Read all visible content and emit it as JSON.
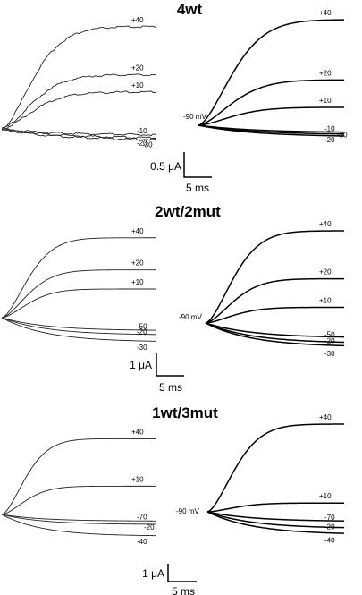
{
  "chart_data": [
    {
      "type": "line",
      "title": "4wt",
      "holding_label": "-90 mV",
      "scale_bar": {
        "current": "0.5 μA",
        "time": "5 ms"
      },
      "series": [
        {
          "name": "+40",
          "trace": "recorded",
          "values": [
            0,
            1.0
          ]
        },
        {
          "name": "+20",
          "trace": "recorded",
          "values": [
            0,
            0.53
          ]
        },
        {
          "name": "+10",
          "trace": "recorded",
          "values": [
            0,
            0.36
          ]
        },
        {
          "name": "-10",
          "trace": "recorded",
          "values": [
            0,
            -0.06
          ]
        },
        {
          "name": "-20",
          "trace": "recorded",
          "values": [
            0,
            -0.09
          ]
        },
        {
          "name": "-30",
          "trace": "recorded",
          "values": [
            0,
            -0.11
          ]
        },
        {
          "name": "+40",
          "trace": "model",
          "values": [
            0,
            1.0
          ]
        },
        {
          "name": "+20",
          "trace": "model",
          "values": [
            0,
            0.43
          ]
        },
        {
          "name": "+10",
          "trace": "model",
          "values": [
            0,
            0.17
          ]
        },
        {
          "name": "-10",
          "trace": "model",
          "values": [
            0,
            -0.07
          ]
        },
        {
          "name": "-20",
          "trace": "model",
          "values": [
            0,
            -0.11
          ]
        },
        {
          "name": "-30",
          "trace": "model",
          "values": [
            0,
            -0.09
          ]
        }
      ]
    },
    {
      "type": "line",
      "title": "2wt/2mut",
      "holding_label": "-90 mV",
      "scale_bar": {
        "current": "1 μA",
        "time": "5 ms"
      },
      "series": [
        {
          "name": "+40",
          "trace": "recorded",
          "values": [
            0,
            0.92
          ]
        },
        {
          "name": "+20",
          "trace": "recorded",
          "values": [
            0,
            0.55
          ]
        },
        {
          "name": "+10",
          "trace": "recorded",
          "values": [
            0,
            0.33
          ]
        },
        {
          "name": "-50",
          "trace": "recorded",
          "values": [
            0,
            -0.15
          ]
        },
        {
          "name": "-20",
          "trace": "recorded",
          "values": [
            0,
            -0.2
          ]
        },
        {
          "name": "-30",
          "trace": "recorded",
          "values": [
            0,
            -0.28
          ]
        },
        {
          "name": "+40",
          "trace": "model",
          "values": [
            0,
            1.0
          ]
        },
        {
          "name": "+20",
          "trace": "model",
          "values": [
            0,
            0.48
          ]
        },
        {
          "name": "+10",
          "trace": "model",
          "values": [
            0,
            0.17
          ]
        },
        {
          "name": "-50",
          "trace": "model",
          "values": [
            0,
            -0.16
          ]
        },
        {
          "name": "-20",
          "trace": "model",
          "values": [
            0,
            -0.22
          ]
        },
        {
          "name": "-30",
          "trace": "model",
          "values": [
            0,
            -0.26
          ]
        }
      ]
    },
    {
      "type": "line",
      "title": "1wt/3mut",
      "holding_label": "-90 mV",
      "scale_bar": {
        "current": "1 μA",
        "time": "5 ms"
      },
      "series": [
        {
          "name": "+40",
          "trace": "recorded",
          "values": [
            0,
            0.91
          ]
        },
        {
          "name": "+10",
          "trace": "recorded",
          "values": [
            0,
            0.34
          ]
        },
        {
          "name": "-70",
          "trace": "recorded",
          "values": [
            0,
            -0.08
          ]
        },
        {
          "name": "-20",
          "trace": "recorded",
          "values": [
            0,
            -0.12
          ]
        },
        {
          "name": "-40",
          "trace": "recorded",
          "values": [
            0,
            -0.26
          ]
        },
        {
          "name": "+40",
          "trace": "model",
          "values": [
            0,
            1.0
          ]
        },
        {
          "name": "+10",
          "trace": "model",
          "values": [
            0,
            0.1
          ]
        },
        {
          "name": "-70",
          "trace": "model",
          "values": [
            0,
            -0.11
          ]
        },
        {
          "name": "-20",
          "trace": "model",
          "values": [
            0,
            -0.19
          ]
        },
        {
          "name": "-40",
          "trace": "model",
          "values": [
            0,
            -0.26
          ]
        }
      ]
    }
  ]
}
